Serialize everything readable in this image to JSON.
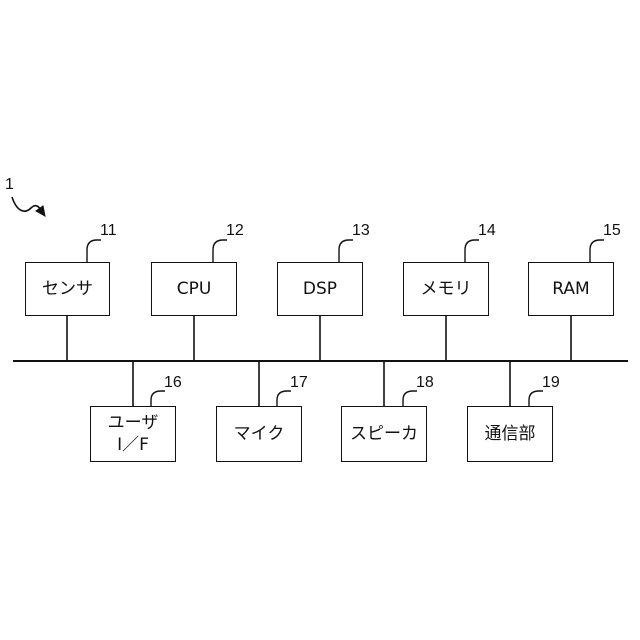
{
  "figure": {
    "ref": "1"
  },
  "components": [
    {
      "id": "sensor",
      "label": "センサ",
      "ref": "11"
    },
    {
      "id": "cpu",
      "label": "CPU",
      "ref": "12"
    },
    {
      "id": "dsp",
      "label": "DSP",
      "ref": "13"
    },
    {
      "id": "memory",
      "label": "メモリ",
      "ref": "14"
    },
    {
      "id": "ram",
      "label": "RAM",
      "ref": "15"
    },
    {
      "id": "user-if",
      "label": "ユーザ\nI／F",
      "ref": "16"
    },
    {
      "id": "mic",
      "label": "マイク",
      "ref": "17"
    },
    {
      "id": "speaker",
      "label": "スピーカ",
      "ref": "18"
    },
    {
      "id": "comm",
      "label": "通信部",
      "ref": "19"
    }
  ]
}
